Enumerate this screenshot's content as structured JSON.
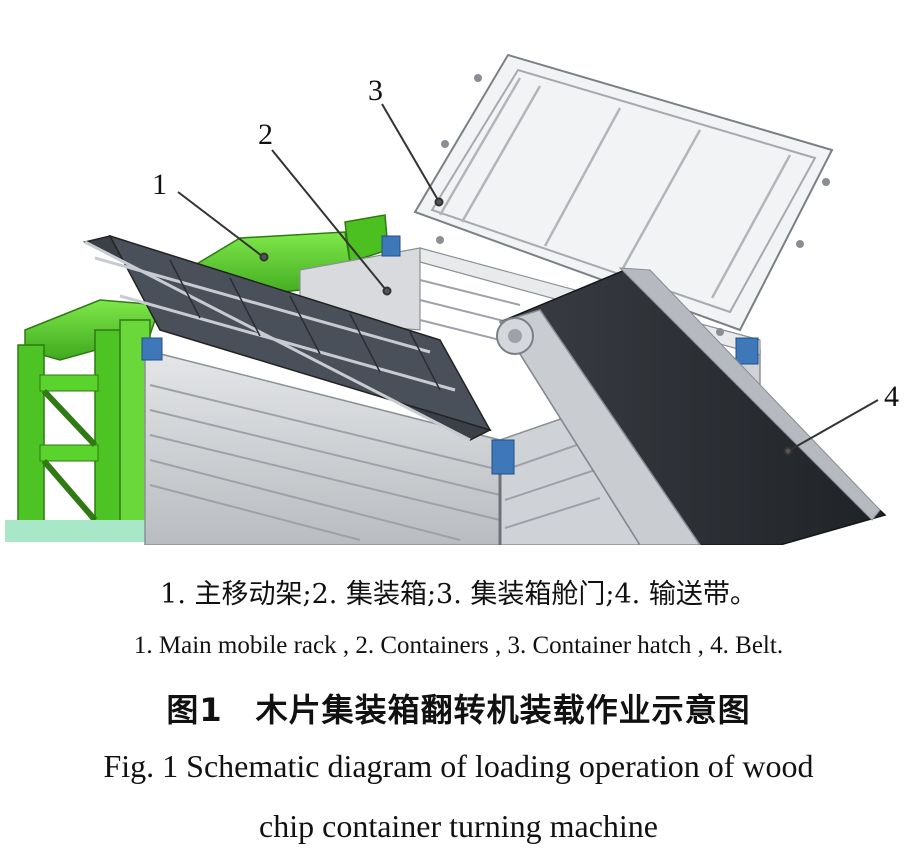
{
  "callouts": {
    "c1": "1",
    "c2": "2",
    "c3": "3",
    "c4": "4"
  },
  "caption": {
    "legend_cn": "1. 主移动架;2. 集装箱;3. 集装箱舱门;4. 输送带。",
    "legend_en": "1. Main mobile rack , 2. Containers , 3. Container hatch , 4. Belt.",
    "title_cn": "图1　木片集装箱翻转机装载作业示意图",
    "title_en_line1": "Fig. 1  Schematic diagram of loading operation of wood",
    "title_en_line2": "chip container turning machine"
  },
  "colors": {
    "rack_green": "#5fd42a",
    "container_grey": "#c9ccd0",
    "hatch_white": "#f2f3f4",
    "belt_dark": "#2e3136",
    "corner_blue": "#3e78b8"
  }
}
